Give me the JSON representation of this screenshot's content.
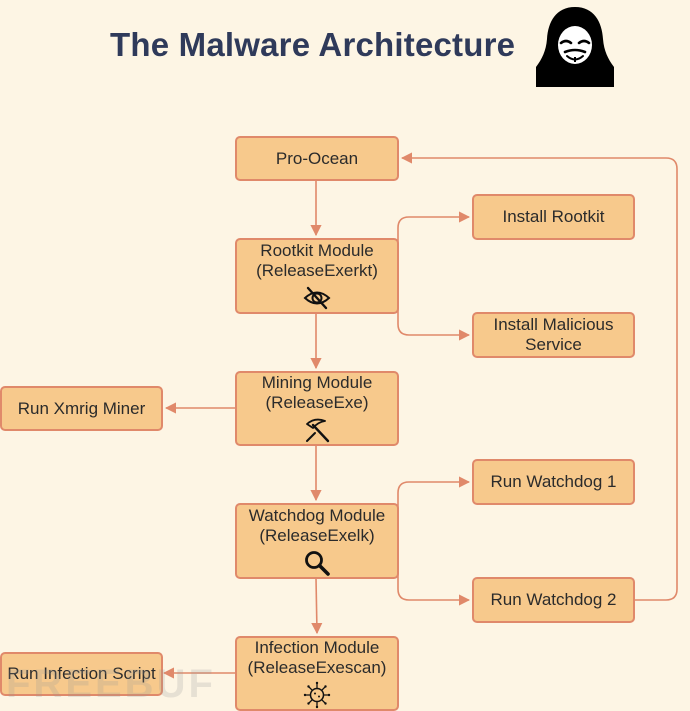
{
  "header": {
    "title": "The Malware Architecture"
  },
  "diagram": {
    "nodes": {
      "pro_ocean": {
        "lines": [
          "Pro-Ocean"
        ]
      },
      "rootkit_module": {
        "lines": [
          "Rootkit Module",
          "(ReleaseExerkt)"
        ],
        "icon": "hidden-eye-icon"
      },
      "install_rootkit": {
        "lines": [
          "Install Rootkit"
        ]
      },
      "install_malicious_service": {
        "lines": [
          "Install Malicious",
          "Service"
        ]
      },
      "mining_module": {
        "lines": [
          "Mining Module",
          "(ReleaseExe)"
        ],
        "icon": "pickaxe-icon"
      },
      "run_xmrig_miner": {
        "lines": [
          "Run Xmrig Miner"
        ]
      },
      "watchdog_module": {
        "lines": [
          "Watchdog Module",
          "(ReleaseExelk)"
        ],
        "icon": "magnifier-icon"
      },
      "run_watchdog_1": {
        "lines": [
          "Run Watchdog 1"
        ]
      },
      "run_watchdog_2": {
        "lines": [
          "Run Watchdog 2"
        ]
      },
      "infection_module": {
        "lines": [
          "Infection Module",
          "(ReleaseExescan)"
        ],
        "icon": "virus-icon"
      },
      "run_infection_script": {
        "lines": [
          "Run Infection Script"
        ]
      }
    },
    "edges": [
      {
        "from": "pro_ocean",
        "to": "rootkit_module"
      },
      {
        "from": "rootkit_module",
        "to": "install_rootkit"
      },
      {
        "from": "rootkit_module",
        "to": "install_malicious_service"
      },
      {
        "from": "rootkit_module",
        "to": "mining_module"
      },
      {
        "from": "mining_module",
        "to": "run_xmrig_miner"
      },
      {
        "from": "mining_module",
        "to": "watchdog_module"
      },
      {
        "from": "watchdog_module",
        "to": "run_watchdog_1"
      },
      {
        "from": "watchdog_module",
        "to": "run_watchdog_2"
      },
      {
        "from": "watchdog_module",
        "to": "infection_module"
      },
      {
        "from": "infection_module",
        "to": "run_infection_script"
      },
      {
        "from": "run_watchdog_2",
        "to": "pro_ocean"
      }
    ]
  },
  "colors": {
    "background": "#fdf5e4",
    "node_fill": "#f7c98c",
    "node_border": "#e0896a",
    "connector": "#e0896a",
    "title": "#2f3a5a"
  },
  "icons": {
    "header": "hacker-icon"
  },
  "watermark": "FREEBUF"
}
